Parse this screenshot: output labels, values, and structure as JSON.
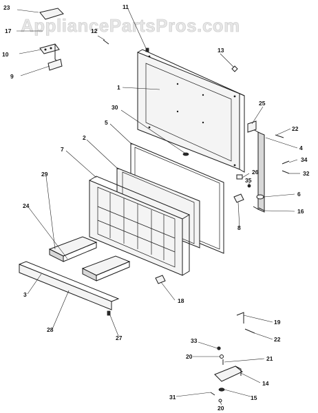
{
  "watermark": "AppliancePartsPros.com",
  "callouts": [
    {
      "id": "c23",
      "text": "23"
    },
    {
      "id": "c17",
      "text": "17"
    },
    {
      "id": "c10",
      "text": "10"
    },
    {
      "id": "c9",
      "text": "9"
    },
    {
      "id": "c11",
      "text": "11"
    },
    {
      "id": "c12",
      "text": "12"
    },
    {
      "id": "c13",
      "text": "13"
    },
    {
      "id": "c1",
      "text": "1"
    },
    {
      "id": "c30",
      "text": "30"
    },
    {
      "id": "c25",
      "text": "25"
    },
    {
      "id": "c22a",
      "text": "22"
    },
    {
      "id": "c5",
      "text": "5"
    },
    {
      "id": "c4",
      "text": "4"
    },
    {
      "id": "c34",
      "text": "34"
    },
    {
      "id": "c2",
      "text": "2"
    },
    {
      "id": "c7",
      "text": "7"
    },
    {
      "id": "c32",
      "text": "32"
    },
    {
      "id": "c26",
      "text": "26"
    },
    {
      "id": "c35",
      "text": "35"
    },
    {
      "id": "c6",
      "text": "6"
    },
    {
      "id": "c29",
      "text": "29"
    },
    {
      "id": "c8",
      "text": "8"
    },
    {
      "id": "c16",
      "text": "16"
    },
    {
      "id": "c24",
      "text": "24"
    },
    {
      "id": "c18",
      "text": "18"
    },
    {
      "id": "c3",
      "text": "3"
    },
    {
      "id": "c28",
      "text": "28"
    },
    {
      "id": "c27",
      "text": "27"
    },
    {
      "id": "c19",
      "text": "19"
    },
    {
      "id": "c22b",
      "text": "22"
    },
    {
      "id": "c33",
      "text": "33"
    },
    {
      "id": "c20a",
      "text": "20"
    },
    {
      "id": "c21",
      "text": "21"
    },
    {
      "id": "c14",
      "text": "14"
    },
    {
      "id": "c31",
      "text": "31"
    },
    {
      "id": "c15",
      "text": "15"
    },
    {
      "id": "c20b",
      "text": "20"
    }
  ]
}
